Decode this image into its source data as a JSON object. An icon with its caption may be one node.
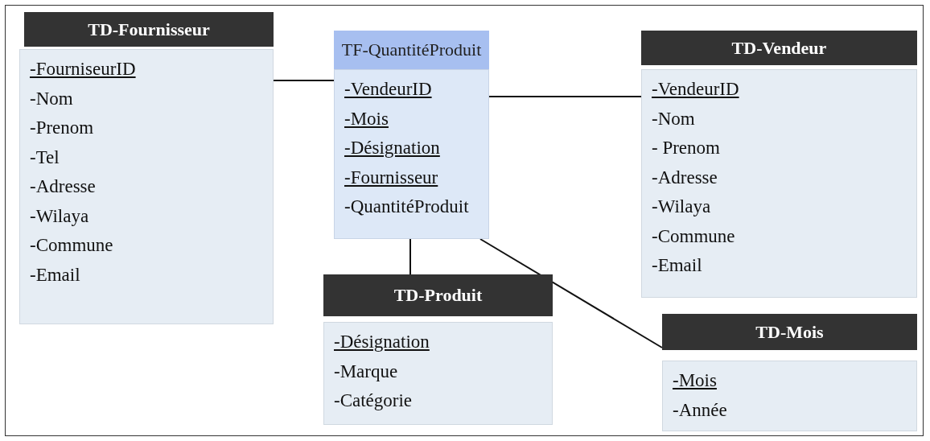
{
  "diagram": {
    "nodes": [
      {
        "text": [
          "TD-Fournisseur",
          "-FourniseurID",
          "-Nom",
          "-Prenom",
          "-Tel",
          "-Adresse",
          "-Wilaya",
          "-Commune",
          "-Email"
        ]
      },
      {
        "text": [
          "TF-QuantitéProduit",
          "-VendeurID",
          "-Mois",
          "-Désignation",
          "-Fournisseur",
          "-QuantitéProduit"
        ]
      },
      {
        "text": [
          "TD-Vendeur",
          "-VendeurID",
          "-Nom",
          "- Prenom",
          "-Adresse",
          "-Wilaya",
          "-Commune",
          "-Email"
        ]
      },
      {
        "text": [
          "TD-Produit",
          "-Désignation",
          "-Marque",
          "-Catégorie"
        ]
      },
      {
        "text": [
          "TD-Mois",
          "-Mois",
          "-Année"
        ]
      }
    ],
    "edges": [
      {
        "from": 0,
        "to": 1,
        "arrow": "none"
      },
      {
        "from": 1,
        "to": 2,
        "arrow": "none"
      },
      {
        "from": 1,
        "to": 3,
        "arrow": "none"
      },
      {
        "from": 1,
        "to": 4,
        "arrow": "none"
      }
    ]
  }
}
